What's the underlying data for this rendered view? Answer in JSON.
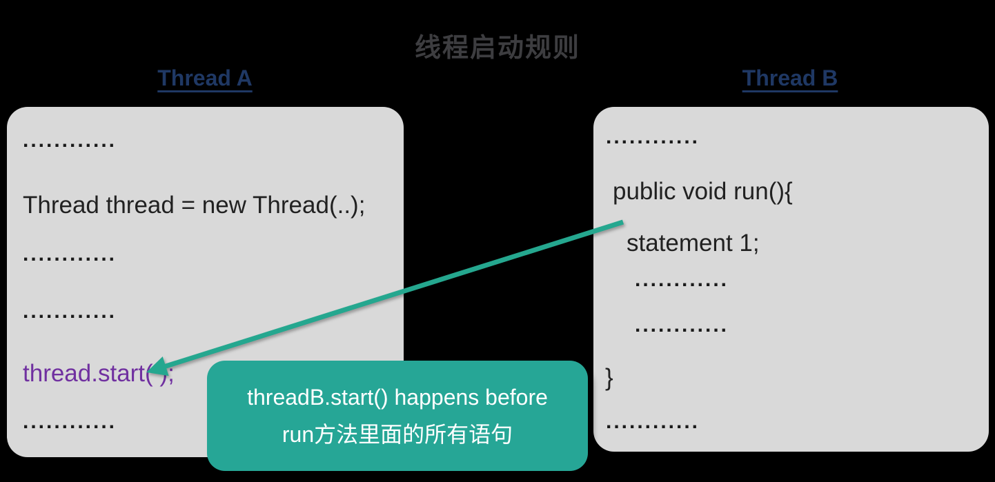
{
  "title": "线程启动规则",
  "colors": {
    "background": "#000000",
    "box_fill": "#d9d9d9",
    "header_blue": "#1f3864",
    "code_text": "#212121",
    "highlight_purple": "#7030a0",
    "teal_accent": "#26a696",
    "arrow_teal": "#25a78f",
    "title_gray": "#3d3d40",
    "callout_text": "#ffffff"
  },
  "thread_a": {
    "header": "Thread A",
    "lines": [
      "............",
      "Thread thread = new Thread(..);",
      "............",
      "............",
      "thread.start( );",
      "............"
    ]
  },
  "thread_b": {
    "header": "Thread B",
    "lines": [
      "............",
      "public void run(){",
      "statement 1;",
      "............",
      "............",
      "}",
      "............"
    ]
  },
  "callout": {
    "line1": "threadB.start() happens before",
    "line2": "run方法里面的所有语句"
  }
}
